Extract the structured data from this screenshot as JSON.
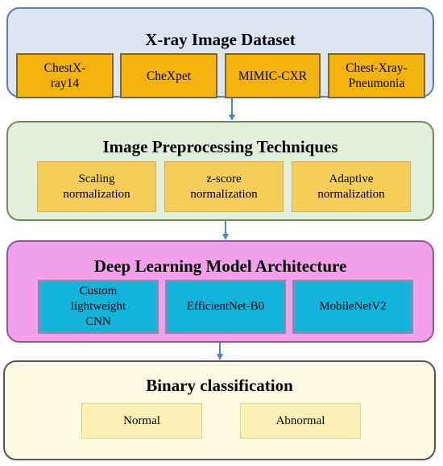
{
  "stages": [
    {
      "title": "X-ray Image Dataset",
      "items": [
        "ChestX-\nray14",
        "CheXpet",
        "MIMIC-CXR",
        "Chest-Xray-\nPneumonia"
      ]
    },
    {
      "title": "Image Preprocessing Techniques",
      "items": [
        "Scaling\nnormalization",
        "z-score\nnormalization",
        "Adaptive\nnormalization"
      ]
    },
    {
      "title": "Deep Learning Model Architecture",
      "items": [
        "Custom\nlightweight\nCNN",
        "EfficientNet-B0",
        "MobileNetV2"
      ]
    },
    {
      "title": "Binary classification",
      "items": [
        "Normal",
        "Abnormal"
      ]
    }
  ],
  "colors": {
    "arrow": "#4a86c5"
  }
}
